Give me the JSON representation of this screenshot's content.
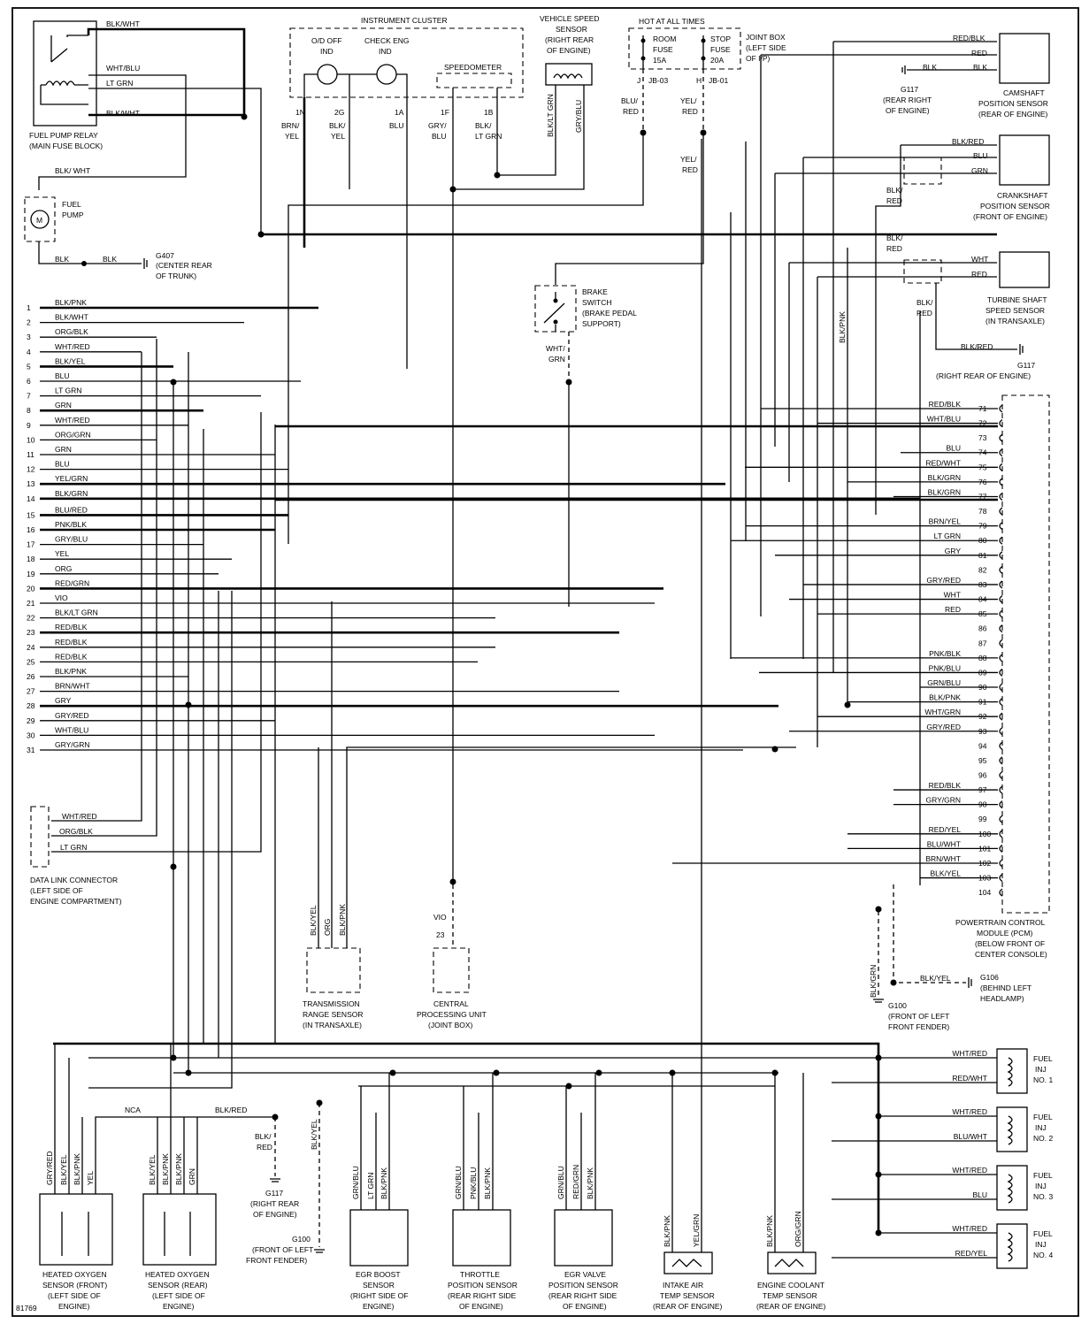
{
  "figure_id": "81769",
  "connectors": {
    "fuel_pump_relay": {
      "title": "FUEL PUMP RELAY",
      "location": "(MAIN FUSE BLOCK)",
      "pins": [
        "BLK/WHT",
        "WHT/BLU",
        "LT GRN",
        "BLK/WHT"
      ]
    },
    "fuel_pump": {
      "title": "FUEL",
      "title2": "PUMP",
      "wire_top": "BLK/ WHT",
      "wire_bottom": "BLK",
      "wire_bottom2": "BLK",
      "motor": "M"
    },
    "g407": {
      "name": "G407",
      "location1": "(CENTER REAR",
      "location2": "OF TRUNK)"
    },
    "instrument_cluster": {
      "title": "INSTRUMENT CLUSTER",
      "od_off": "O/D OFF",
      "od_ind": "IND",
      "check_eng": "CHECK ENG",
      "check_ind": "IND",
      "speedometer": "SPEEDOMETER",
      "pins": [
        {
          "pin": "1N",
          "wire1": "BRN/",
          "wire2": "YEL"
        },
        {
          "pin": "2G",
          "wire1": "BLK/",
          "wire2": "YEL"
        },
        {
          "pin": "1A",
          "wire1": "BLU",
          "wire2": ""
        },
        {
          "pin": "1F",
          "wire1": "GRY/",
          "wire2": "BLU"
        },
        {
          "pin": "1B",
          "wire1": "BLK/",
          "wire2": "LT GRN"
        }
      ]
    },
    "vehicle_speed_sensor": {
      "title1": "VEHICLE SPEED",
      "title2": "SENSOR",
      "loc1": "(RIGHT REAR",
      "loc2": "OF ENGINE)",
      "wire1": "BLK/LT GRN",
      "wire2": "GRY/BLU"
    },
    "fuses": {
      "hot": "HOT AT ALL TIMES",
      "room1": "ROOM",
      "room2": "FUSE",
      "room3": "15A",
      "stop1": "STOP",
      "stop2": "FUSE",
      "stop3": "20A",
      "jb03_pin": "J",
      "jb03": "JB-03",
      "jb01_pin": "H",
      "jb01": "JB-01",
      "wire_room1": "BLU/",
      "wire_room2": "RED",
      "wire_stop1": "YEL/",
      "wire_stop2": "RED",
      "wire_stop3": "YEL/",
      "wire_stop4": "RED"
    },
    "joint_box": {
      "l1": "JOINT BOX",
      "l2": "(LEFT SIDE",
      "l3": "OF I/P)"
    },
    "brake_switch": {
      "l1": "BRAKE",
      "l2": "SWITCH",
      "l3": "(BRAKE PEDAL",
      "l4": "SUPPORT)",
      "wire1": "WHT/",
      "wire2": "GRN"
    },
    "camshaft": {
      "wires": [
        "RED/BLK",
        "RED",
        "BLK"
      ],
      "l1": "CAMSHAFT",
      "l2": "POSITION SENSOR",
      "l3": "(REAR OF ENGINE)",
      "gnd_wire": "BLK",
      "gnd": "G117",
      "gnd_loc1": "(REAR RIGHT",
      "gnd_loc2": "OF ENGINE)"
    },
    "crankshaft": {
      "wires": [
        "BLK/RED",
        "BLU",
        "GRN"
      ],
      "l1": "CRANKSHAFT",
      "l2": "POSITION SENSOR",
      "l3": "(FRONT OF ENGINE)",
      "shield1a": "BLK/",
      "shield1b": "RED",
      "shield2a": "BLK/",
      "shield2b": "RED"
    },
    "turbine": {
      "wires": [
        "WHT",
        "RED"
      ],
      "l1": "TURBINE SHAFT",
      "l2": "SPEED SENSOR",
      "l3": "(IN TRANSAXLE)",
      "shield_a": "BLK/",
      "shield_b": "RED",
      "gnd_wire": "BLK/RED",
      "gnd": "G117",
      "gnd_loc": "(RIGHT REAR OF ENGINE)",
      "vwire": "BLK/PNK"
    },
    "pcm_left": [
      {
        "n": "1",
        "w": "BLK/PNK"
      },
      {
        "n": "2",
        "w": "BLK/WHT"
      },
      {
        "n": "3",
        "w": "ORG/BLK"
      },
      {
        "n": "4",
        "w": "WHT/RED"
      },
      {
        "n": "5",
        "w": "BLK/YEL"
      },
      {
        "n": "6",
        "w": "BLU"
      },
      {
        "n": "7",
        "w": "LT GRN"
      },
      {
        "n": "8",
        "w": "GRN"
      },
      {
        "n": "9",
        "w": "WHT/RED"
      },
      {
        "n": "10",
        "w": "ORG/GRN"
      },
      {
        "n": "11",
        "w": "GRN"
      },
      {
        "n": "12",
        "w": "BLU"
      },
      {
        "n": "13",
        "w": "YEL/GRN"
      },
      {
        "n": "14",
        "w": "BLK/GRN"
      },
      {
        "n": "15",
        "w": "BLU/RED"
      },
      {
        "n": "16",
        "w": "PNK/BLK"
      },
      {
        "n": "17",
        "w": "GRY/BLU"
      },
      {
        "n": "18",
        "w": "YEL"
      },
      {
        "n": "19",
        "w": "ORG"
      },
      {
        "n": "20",
        "w": "RED/GRN"
      },
      {
        "n": "21",
        "w": "VIO"
      },
      {
        "n": "22",
        "w": "BLK/LT GRN"
      },
      {
        "n": "23",
        "w": "RED/BLK"
      },
      {
        "n": "24",
        "w": "RED/BLK"
      },
      {
        "n": "25",
        "w": "RED/BLK"
      },
      {
        "n": "26",
        "w": "BLK/PNK"
      },
      {
        "n": "27",
        "w": "BRN/WHT"
      },
      {
        "n": "28",
        "w": "GRY"
      },
      {
        "n": "29",
        "w": "GRY/RED"
      },
      {
        "n": "30",
        "w": "WHT/BLU"
      },
      {
        "n": "31",
        "w": "GRY/GRN"
      }
    ],
    "pcm_right": [
      {
        "n": "71",
        "w": "RED/BLK"
      },
      {
        "n": "72",
        "w": "WHT/BLU"
      },
      {
        "n": "73",
        "w": ""
      },
      {
        "n": "74",
        "w": "BLU"
      },
      {
        "n": "75",
        "w": "RED/WHT"
      },
      {
        "n": "76",
        "w": "BLK/GRN"
      },
      {
        "n": "77",
        "w": "BLK/GRN"
      },
      {
        "n": "78",
        "w": ""
      },
      {
        "n": "79",
        "w": "BRN/YEL"
      },
      {
        "n": "80",
        "w": "LT GRN"
      },
      {
        "n": "81",
        "w": "GRY"
      },
      {
        "n": "82",
        "w": ""
      },
      {
        "n": "83",
        "w": "GRY/RED"
      },
      {
        "n": "84",
        "w": "WHT"
      },
      {
        "n": "85",
        "w": "RED"
      },
      {
        "n": "86",
        "w": ""
      },
      {
        "n": "87",
        "w": ""
      },
      {
        "n": "88",
        "w": "PNK/BLK"
      },
      {
        "n": "89",
        "w": "PNK/BLU"
      },
      {
        "n": "90",
        "w": "GRN/BLU"
      },
      {
        "n": "91",
        "w": "BLK/PNK"
      },
      {
        "n": "92",
        "w": "WHT/GRN"
      },
      {
        "n": "93",
        "w": "GRY/RED"
      },
      {
        "n": "94",
        "w": ""
      },
      {
        "n": "95",
        "w": ""
      },
      {
        "n": "96",
        "w": ""
      },
      {
        "n": "97",
        "w": "RED/BLK"
      },
      {
        "n": "98",
        "w": "GRY/GRN"
      },
      {
        "n": "99",
        "w": ""
      },
      {
        "n": "100",
        "w": "RED/YEL"
      },
      {
        "n": "101",
        "w": "BLU/WHT"
      },
      {
        "n": "102",
        "w": "BRN/WHT"
      },
      {
        "n": "103",
        "w": "BLK/YEL"
      },
      {
        "n": "104",
        "w": ""
      }
    ],
    "pcm": {
      "l1": "POWERTRAIN CONTROL",
      "l2": "MODULE (PCM)",
      "l3": "(BELOW FRONT OF",
      "l4": "CENTER CONSOLE)"
    },
    "dlc": {
      "wires": [
        "WHT/RED",
        "ORG/BLK",
        "LT GRN"
      ],
      "l1": "DATA LINK CONNECTOR",
      "l2": "(LEFT SIDE OF",
      "l3": "ENGINE COMPARTMENT)"
    },
    "trs": {
      "wires": [
        "BLK/YEL",
        "ORG",
        "BLK/PNK"
      ],
      "l1": "TRANSMISSION",
      "l2": "RANGE SENSOR",
      "l3": "(IN TRANSAXLE)"
    },
    "cpu": {
      "wire": "VIO",
      "pin": "23",
      "l1": "CENTRAL",
      "l2": "PROCESSING UNIT",
      "l3": "(JOINT BOX)"
    },
    "g106": {
      "wire": "BLK/YEL",
      "name": "G106",
      "l1": "(BEHIND LEFT",
      "l2": "HEADLAMP)",
      "vwire": "BLK/GRN"
    },
    "g100_right": {
      "name": "G100",
      "l1": "(FRONT OF LEFT",
      "l2": "FRONT FENDER)"
    },
    "injectors": [
      {
        "w1": "WHT/RED",
        "w2": "RED/WHT",
        "l1": "FUEL",
        "l2": "INJ",
        "l3": "NO. 1"
      },
      {
        "w1": "WHT/RED",
        "w2": "BLU/WHT",
        "l1": "FUEL",
        "l2": "INJ",
        "l3": "NO. 2"
      },
      {
        "w1": "WHT/RED",
        "w2": "BLU",
        "l1": "FUEL",
        "l2": "INJ",
        "l3": "NO. 3"
      },
      {
        "w1": "WHT/RED",
        "w2": "RED/YEL",
        "l1": "FUEL",
        "l2": "INJ",
        "l3": "NO. 4"
      }
    ],
    "ho2s_front": {
      "wires": [
        "GRY/RED",
        "BLK/YEL",
        "BLK/PNK",
        "YEL"
      ],
      "l1": "HEATED OXYGEN",
      "l2": "SENSOR (FRONT)",
      "l3": "(LEFT SIDE OF",
      "l4": "ENGINE)",
      "nca": "NCA"
    },
    "ho2s_rear": {
      "wires": [
        "BLK/YEL",
        "BLK/PNK",
        "BLK/PNK",
        "GRN"
      ],
      "l1": "HEATED OXYGEN",
      "l2": "SENSOR (REAR)",
      "l3": "(LEFT SIDE OF",
      "l4": "ENGINE)",
      "blkred": "BLK/RED"
    },
    "g117_bottom": {
      "w1": "BLK/",
      "w2": "RED",
      "name": "G117",
      "l1": "(RIGHT REAR",
      "l2": "OF ENGINE)"
    },
    "g100_bottom": {
      "w": "BLK/YEL",
      "name": "G100",
      "l1": "(FRONT OF LEFT",
      "l2": "FRONT FENDER)"
    },
    "egr_boost": {
      "wires": [
        "GRN/BLU",
        "LT GRN",
        "BLK/PNK"
      ],
      "l1": "EGR BOOST",
      "l2": "SENSOR",
      "l3": "(RIGHT SIDE OF",
      "l4": "ENGINE)"
    },
    "tps": {
      "wires": [
        "GRN/BLU",
        "PNK/BLU",
        "BLK/PNK"
      ],
      "l1": "THROTTLE",
      "l2": "POSITION SENSOR",
      "l3": "(REAR RIGHT SIDE",
      "l4": "OF ENGINE)"
    },
    "egr_valve": {
      "wires": [
        "GRN/BLU",
        "RED/GRN",
        "BLK/PNK"
      ],
      "l1": "EGR VALVE",
      "l2": "POSITION SENSOR",
      "l3": "(REAR RIGHT SIDE",
      "l4": "OF ENGINE)"
    },
    "iat": {
      "wires": [
        "BLK/PNK",
        "YEL/GRN"
      ],
      "l1": "INTAKE AIR",
      "l2": "TEMP SENSOR",
      "l3": "(REAR OF ENGINE)"
    },
    "ect": {
      "wires": [
        "BLK/PNK",
        "ORG/GRN"
      ],
      "l1": "ENGINE COOLANT",
      "l2": "TEMP SENSOR",
      "l3": "(REAR OF ENGINE)"
    }
  }
}
